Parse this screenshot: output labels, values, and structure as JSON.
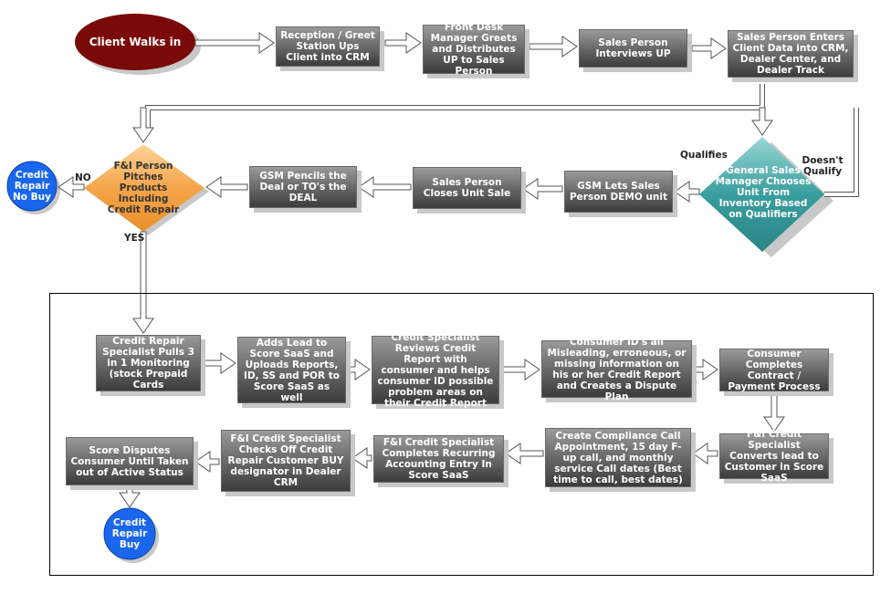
{
  "start": {
    "label": "Client Walks in",
    "color": "#7a0a0a"
  },
  "top_row": [
    {
      "id": "reception",
      "label": "Reception / Greet Station Ups Client into CRM"
    },
    {
      "id": "front-desk",
      "label": "Front Desk Manager Greets and Distributes UP to Sales Person"
    },
    {
      "id": "interview",
      "label": "Sales Person Interviews UP"
    },
    {
      "id": "enter-data",
      "label": "Sales Person Enters Client Data into CRM, Dealer Center, and Dealer Track"
    }
  ],
  "gsm_decision": {
    "label": "General Sales Manager Chooses Unit From Inventory Based on Qualifiers",
    "color": "#3a9e9e",
    "yes_label": "Qualifies",
    "no_label": "Doesn't Qualify"
  },
  "middle_row": [
    {
      "id": "demo",
      "label": "GSM  Lets Sales Person DEMO unit"
    },
    {
      "id": "closes",
      "label": "Sales Person Closes Unit Sale"
    },
    {
      "id": "pencils",
      "label": "GSM Pencils the Deal or TO's the DEAL"
    }
  ],
  "fi_decision": {
    "label": "F&I Person Pitches Products Including Credit Repair",
    "color": "#f5a54a",
    "yes_label": "YES",
    "no_label": "NO"
  },
  "no_buy": {
    "label": "Credit Repair No Buy",
    "color": "#1a66ee"
  },
  "lower_row1": [
    {
      "id": "pulls",
      "label": "Credit Repair Specialist Pulls 3 in 1 Monitoring (stock Prepaid Cards"
    },
    {
      "id": "adds-lead",
      "label": "Adds Lead to Score SaaS and Uploads Reports, ID, SS and POR to Score SaaS as well"
    },
    {
      "id": "reviews",
      "label": "Credit Specialist Reviews Credit Report with consumer and helps consumer ID possible problem areas on their Credit Report"
    },
    {
      "id": "dispute-plan",
      "label": "Consumer ID's all Misleading, erroneous, or missing information on his or her Credit Report and Creates a Dispute Plan"
    },
    {
      "id": "contract",
      "label": "Consumer Completes Contract / Payment Process"
    }
  ],
  "lower_row2": [
    {
      "id": "converts",
      "label": "F&I Credit Specialist Converts lead to Customer in Score SaaS"
    },
    {
      "id": "compliance",
      "label": "Create Compliance Call Appointment, 15 day F-up call, and monthly service Call dates (Best time to call, best dates)"
    },
    {
      "id": "recurring",
      "label": "F&I Credit Specialist Completes Recurring Accounting Entry In Score SaaS"
    },
    {
      "id": "checks-off",
      "label": "F&I Credit Specialist Checks Off Credit Repair Customer BUY designator in Dealer CRM"
    },
    {
      "id": "disputes",
      "label": "Score Disputes Consumer Until Taken out of Active Status"
    }
  ],
  "buy": {
    "label": "Credit Repair Buy",
    "color": "#1a66ee"
  }
}
